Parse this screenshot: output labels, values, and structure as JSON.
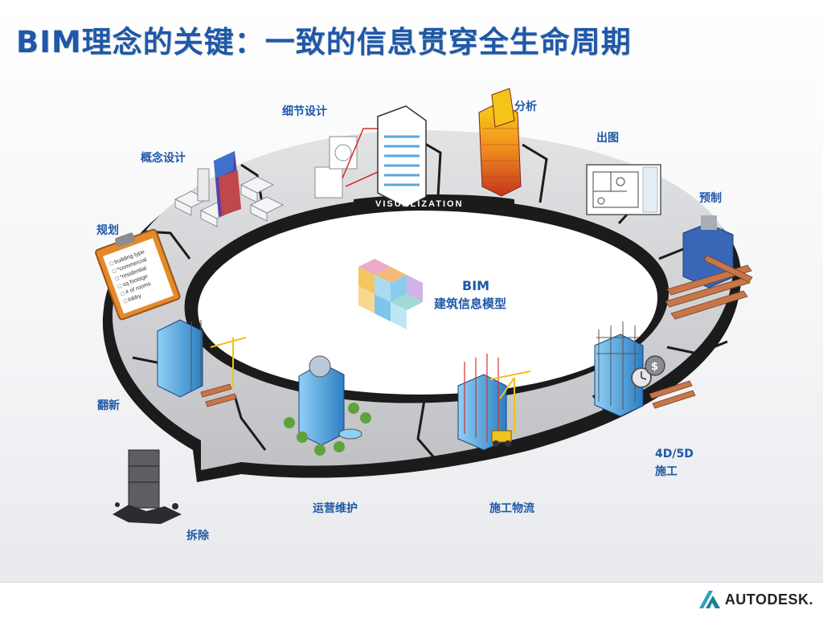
{
  "title": "BIM理念的关键：一致的信息贯穿全生命周期",
  "ring_label": "VISUALIZATION",
  "center": {
    "title": "BIM",
    "subtitle": "建筑信息模型"
  },
  "stages": [
    {
      "id": "planning",
      "label": "规划"
    },
    {
      "id": "concept-design",
      "label": "概念设计"
    },
    {
      "id": "detail-design",
      "label": "细节设计"
    },
    {
      "id": "analysis",
      "label": "分析"
    },
    {
      "id": "drawing-output",
      "label": "出图"
    },
    {
      "id": "prefabrication",
      "label": "预制"
    },
    {
      "id": "construction-4d5d",
      "label": "4D/5D"
    },
    {
      "id": "construction",
      "label": "施工"
    },
    {
      "id": "construction-logistics",
      "label": "施工物流"
    },
    {
      "id": "operations",
      "label": "运营维护"
    },
    {
      "id": "renovation",
      "label": "翻新"
    },
    {
      "id": "demolition",
      "label": "拆除"
    }
  ],
  "clipboard_lines": [
    "building type",
    "*commercial",
    "*residential",
    "sq footage",
    "# of rooms",
    "lobby"
  ],
  "brand": {
    "name": "AUTODESK.",
    "mark_icon": "autodesk-logo-icon"
  },
  "colors": {
    "title": "#1f58a8",
    "ring_top": "#c9cbce",
    "ring_edge": "#1a1a1a",
    "accent_blue": "#5aa6e0"
  }
}
